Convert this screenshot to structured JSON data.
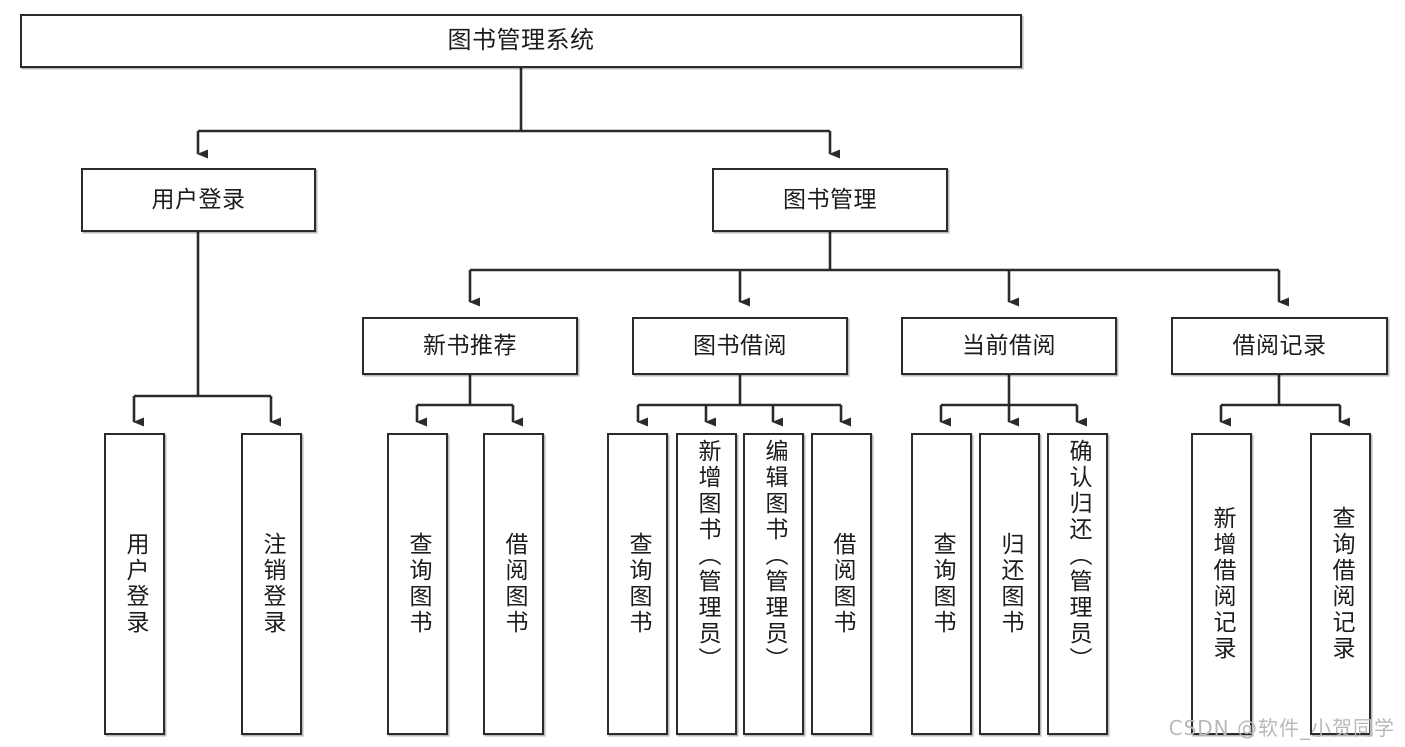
{
  "diagram": {
    "title": "图书管理系统",
    "watermark": "CSDN @软件_小贺同学",
    "colors": {
      "box_border": "#2b2b2b",
      "box_fill": "#ffffff",
      "connector": "#2b2b2b",
      "text": "#1c1c1c",
      "watermark": "#b9b9b9",
      "background": "#ffffff"
    },
    "root": {
      "label": "图书管理系统"
    },
    "level2": [
      {
        "label": "用户登录"
      },
      {
        "label": "图书管理"
      }
    ],
    "level3": [
      {
        "label": "新书推荐"
      },
      {
        "label": "图书借阅"
      },
      {
        "label": "当前借阅"
      },
      {
        "label": "借阅记录"
      }
    ],
    "leaves": {
      "user_login": [
        {
          "label": "用户登录"
        },
        {
          "label": "注销登录"
        }
      ],
      "new_book_recommend": [
        {
          "label": "查询图书"
        },
        {
          "label": "借阅图书"
        }
      ],
      "book_borrow": [
        {
          "label": "查询图书"
        },
        {
          "label": "新增图书（管理员）"
        },
        {
          "label": "编辑图书（管理员）"
        },
        {
          "label": "借阅图书"
        }
      ],
      "current_borrow": [
        {
          "label": "查询图书"
        },
        {
          "label": "归还图书"
        },
        {
          "label": "确认归还（管理员）"
        }
      ],
      "borrow_record": [
        {
          "label": "新增借阅记录"
        },
        {
          "label": "查询借阅记录"
        }
      ]
    }
  }
}
